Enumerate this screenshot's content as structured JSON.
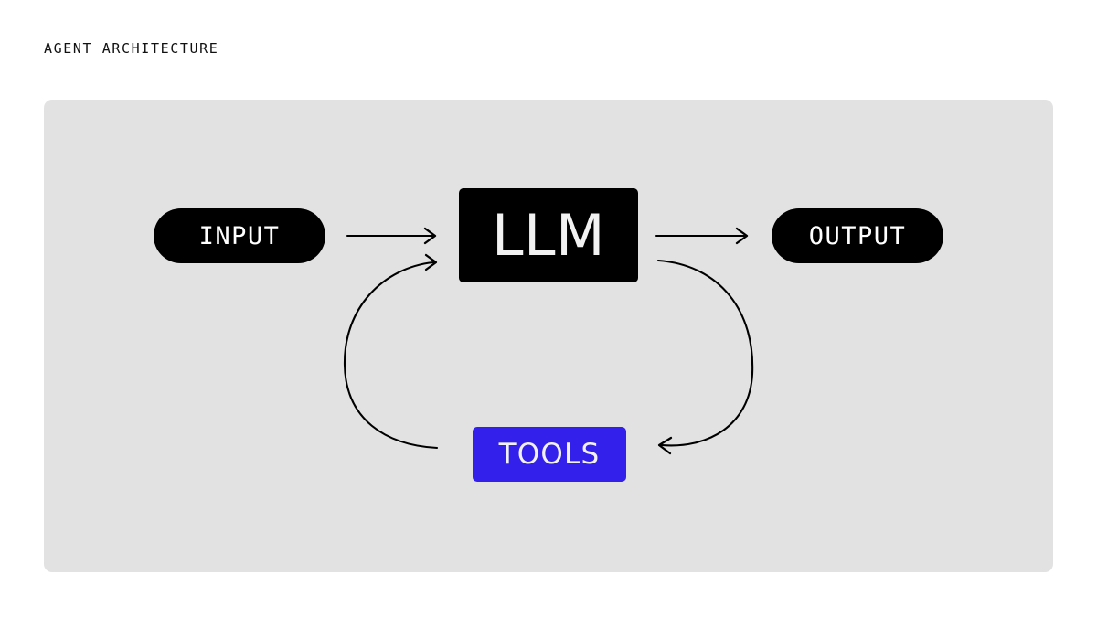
{
  "page": {
    "title": "AGENT ARCHITECTURE",
    "background_color": "#ffffff"
  },
  "panel": {
    "background_color": "#e2e2e2"
  },
  "diagram": {
    "type": "flow-diagram",
    "nodes": [
      {
        "id": "input",
        "label": "INPUT",
        "shape": "pill",
        "fill_color": "#000000",
        "text_color": "#ffffff"
      },
      {
        "id": "llm",
        "label": "LLM",
        "shape": "rect",
        "fill_color": "#000000",
        "text_color": "#f2f2f2"
      },
      {
        "id": "output",
        "label": "OUTPUT",
        "shape": "pill",
        "fill_color": "#000000",
        "text_color": "#ffffff"
      },
      {
        "id": "tools",
        "label": "TOOLS",
        "shape": "rect",
        "fill_color": "#3320ea",
        "text_color": "#f2f2f2"
      }
    ],
    "edges": [
      {
        "id": "input-to-llm",
        "from": "input",
        "to": "llm",
        "style": "straight",
        "direction": "right"
      },
      {
        "id": "llm-to-output",
        "from": "llm",
        "to": "output",
        "style": "straight",
        "direction": "right"
      },
      {
        "id": "llm-to-tools",
        "from": "llm",
        "to": "tools",
        "style": "curved",
        "direction": "clockwise"
      },
      {
        "id": "tools-to-llm",
        "from": "tools",
        "to": "llm",
        "style": "curved",
        "direction": "clockwise"
      }
    ]
  }
}
